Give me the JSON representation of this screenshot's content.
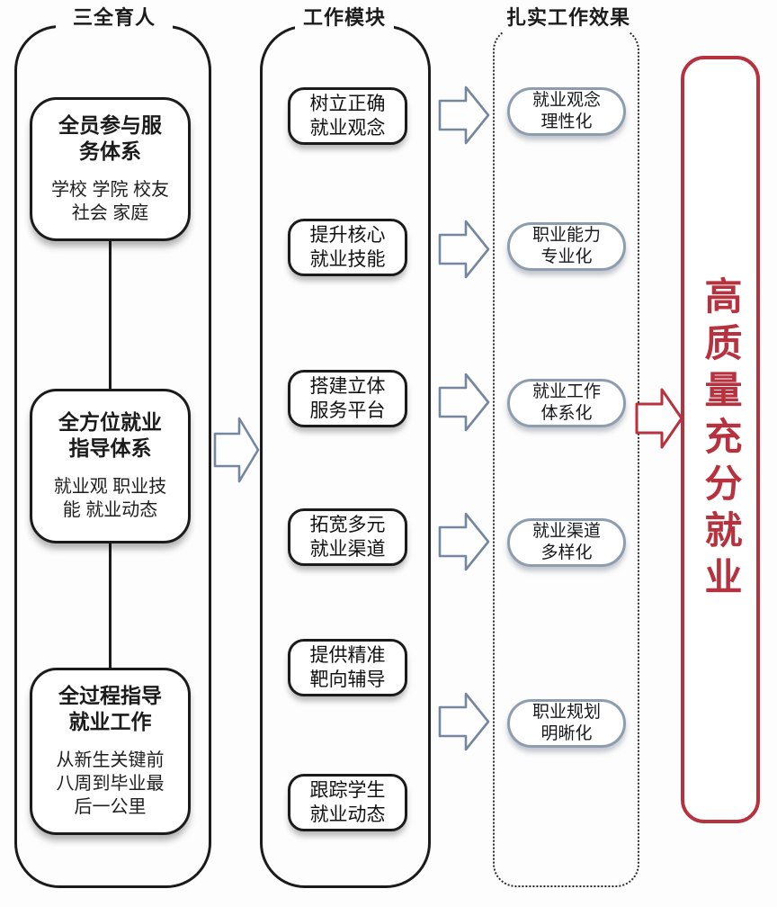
{
  "colors": {
    "bg": "#fdfdfd",
    "ink": "#1b1b1b",
    "blue_arrow": "#74879e",
    "pill_border": "#8e9dae",
    "red": "#b5323e"
  },
  "columns": {
    "sanquan": {
      "header": "三全育人",
      "boxes": [
        {
          "title": "全员参与服\n务体系",
          "subtitle": "学校 学院 校友\n社会 家庭"
        },
        {
          "title": "全方位就业\n指导体系",
          "subtitle": "就业观 职业技\n能 就业动态"
        },
        {
          "title": "全过程指导\n就业工作",
          "subtitle": "从新生关键前\n八周到毕业最\n后一公里"
        }
      ]
    },
    "modules": {
      "header": "工作模块",
      "boxes": [
        {
          "label": "树立正确\n就业观念"
        },
        {
          "label": "提升核心\n就业技能"
        },
        {
          "label": "搭建立体\n服务平台"
        },
        {
          "label": "拓宽多元\n就业渠道"
        },
        {
          "label": "提供精准\n靶向辅导"
        },
        {
          "label": "跟踪学生\n就业动态"
        }
      ]
    },
    "effects": {
      "header": "扎实工作效果",
      "boxes": [
        {
          "label": "就业观念\n理性化"
        },
        {
          "label": "职业能力\n专业化"
        },
        {
          "label": "就业工作\n体系化"
        },
        {
          "label": "就业渠道\n多样化"
        },
        {
          "label": "职业规划\n明晰化"
        }
      ]
    }
  },
  "result": {
    "label": "高质量充分就业"
  }
}
